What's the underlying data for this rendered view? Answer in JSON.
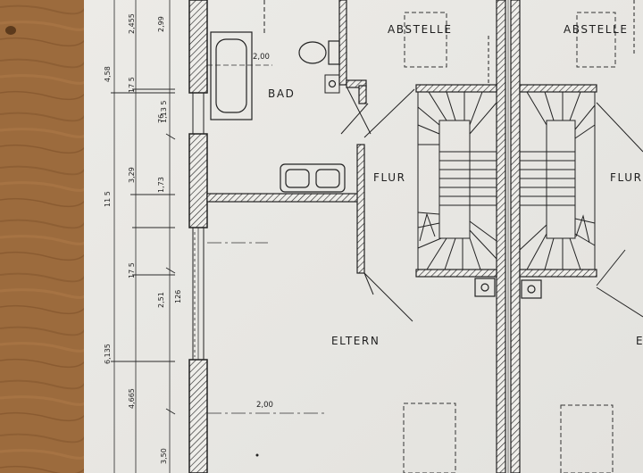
{
  "rooms": {
    "abstelle_left": "ABSTELLE",
    "abstelle_right": "ABSTELLE",
    "bad": "BAD",
    "flur_left": "FLUR",
    "flur_right": "FLUR",
    "eltern": "ELTERN",
    "partial_right_room": "E"
  },
  "dimensions": {
    "bath_width": "2,00",
    "eltern_width": "2,00",
    "chain_outer": [
      "4,58",
      "6,135"
    ],
    "chain_middle": [
      "2,455",
      "3,29",
      "4,665",
      "3,50"
    ],
    "chain_inner": [
      "2,99",
      "1,13 5",
      "1,73",
      "2,51"
    ],
    "small_marks": [
      "17 5",
      "76",
      "11 5",
      "17 5",
      "126"
    ]
  }
}
